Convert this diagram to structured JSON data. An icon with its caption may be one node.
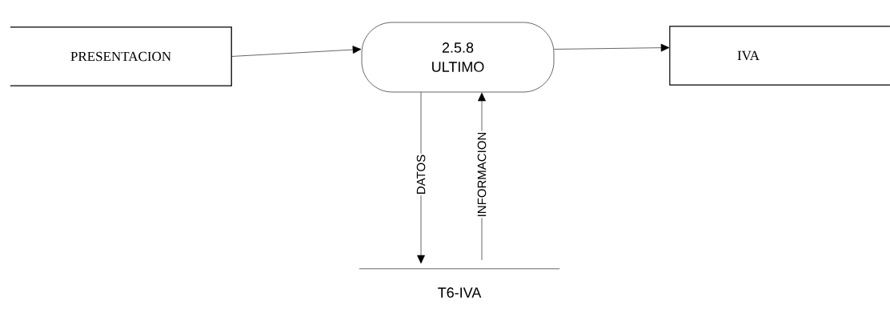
{
  "diagram": {
    "nodes": [
      {
        "text": [
          "PRESENTACION"
        ]
      },
      {
        "text": [
          "2.5.8",
          "ULTIMO"
        ]
      },
      {
        "text": [
          "IVA"
        ]
      },
      {
        "text": [
          "T6-IVA"
        ]
      }
    ],
    "edges": [
      {
        "from": 0,
        "to": 1,
        "arrow": "to"
      },
      {
        "from": 1,
        "to": 2,
        "arrow": "to"
      },
      {
        "from": 1,
        "to": 3,
        "arrow": "to",
        "label": "DATOS"
      },
      {
        "from": 3,
        "to": 1,
        "arrow": "to",
        "label": "INFORMACION"
      }
    ]
  }
}
